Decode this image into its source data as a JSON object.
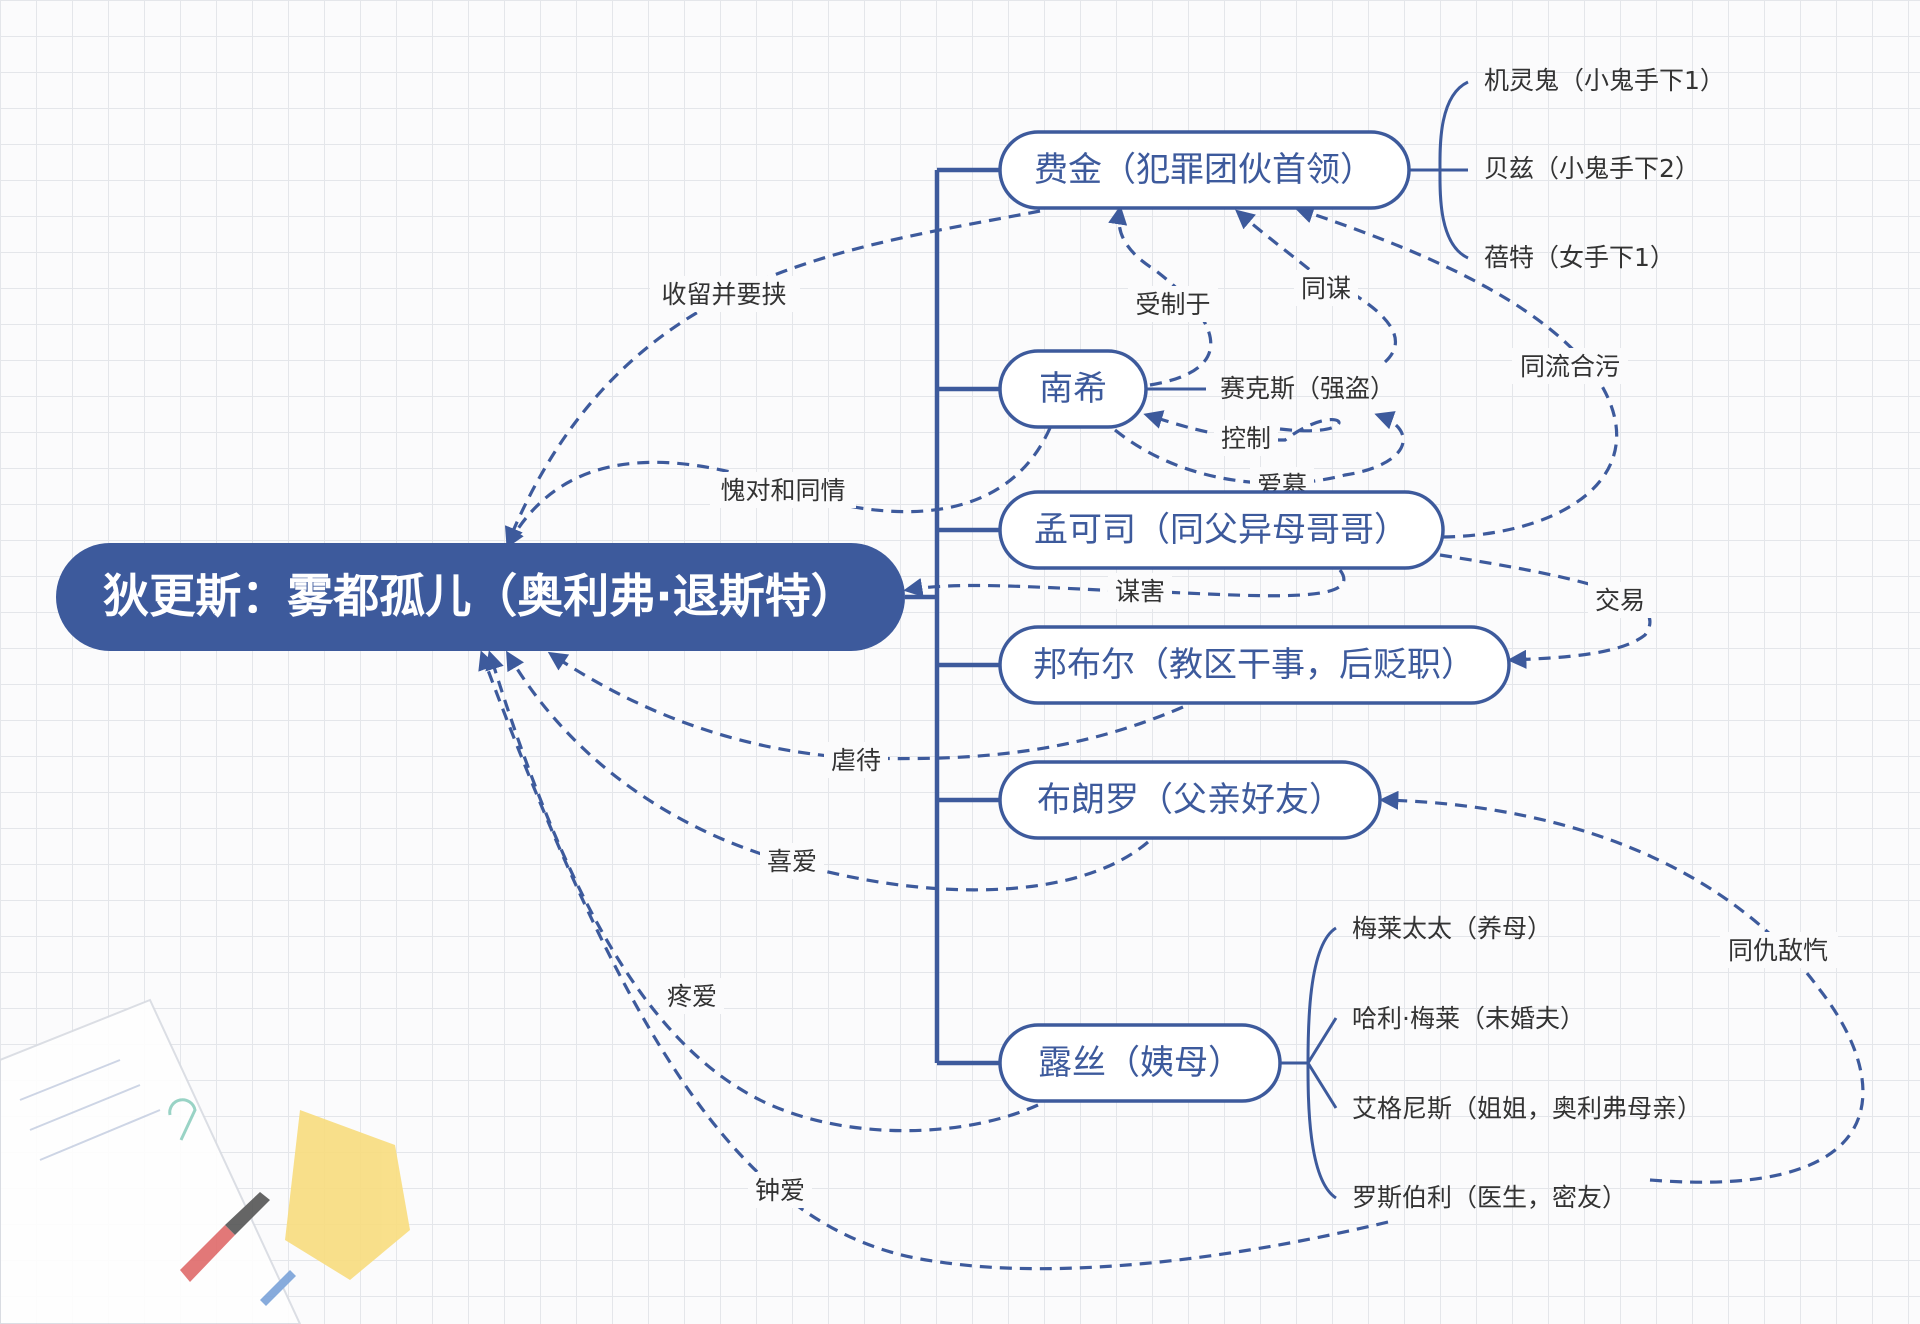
{
  "root": {
    "label": "狄更斯：雾都孤儿（奥利弗·退斯特）"
  },
  "nodes": {
    "fagin": "费金（犯罪团伙首领）",
    "nancy": "南希",
    "monks": "孟可司（同父异母哥哥）",
    "bumble": "邦布尔（教区干事，后贬职）",
    "brownlow": "布朗罗（父亲好友）",
    "rose": "露丝（姨母）"
  },
  "leaves": {
    "dodger": "机灵鬼（小鬼手下1）",
    "bates": "贝兹（小鬼手下2）",
    "bet": "蓓特（女手下1）",
    "sikes": "赛克斯（强盗）",
    "mrs_maylie": "梅莱太太（养母）",
    "harry": "哈利·梅莱（未婚夫）",
    "agnes": "艾格尼斯（姐姐，奥利弗母亲）",
    "losberne": "罗斯伯利（医生，密友）"
  },
  "relations": {
    "shelter": "收留并要挟",
    "controlled": "受制于",
    "conspire": "同谋",
    "accomplice": "同流合污",
    "control": "控制",
    "admire": "爱慕",
    "guilt": "愧对和同情",
    "murder": "谋害",
    "trade": "交易",
    "abuse": "虐待",
    "fond": "喜爱",
    "dote": "疼爱",
    "cherish": "钟爱",
    "common_enemy": "同仇敌忾"
  },
  "colors": {
    "primary": "#3d5a9c",
    "root_fill": "#3d5a9c",
    "text": "#333333",
    "grid": "#e4e6ea"
  }
}
